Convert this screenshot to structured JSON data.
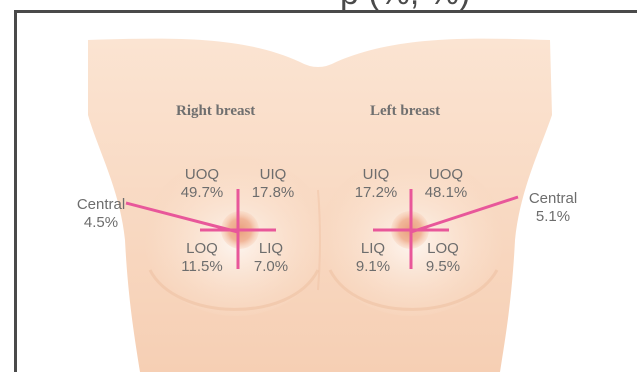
{
  "header": {
    "truncated_title": "p (%, %)"
  },
  "breasts": {
    "right": {
      "title": "Right breast",
      "uoq": {
        "label": "UOQ",
        "value": "49.7%"
      },
      "uiq": {
        "label": "UIQ",
        "value": "17.8%"
      },
      "loq": {
        "label": "LOQ",
        "value": "11.5%"
      },
      "liq": {
        "label": "LIQ",
        "value": "7.0%"
      },
      "central": {
        "label": "Central",
        "value": "4.5%"
      }
    },
    "left": {
      "title": "Left breast",
      "uiq": {
        "label": "UIQ",
        "value": "17.2%"
      },
      "uoq": {
        "label": "UOQ",
        "value": "48.1%"
      },
      "liq": {
        "label": "LIQ",
        "value": "9.1%"
      },
      "loq": {
        "label": "LOQ",
        "value": "9.5%"
      },
      "central": {
        "label": "Central",
        "value": "5.1%"
      }
    }
  },
  "colors": {
    "skin": "#f9ddc9",
    "skin_shadow": "#f0c3a6",
    "areola": "#f2b79a",
    "marker": "#e8579a",
    "frame": "#4a4a4a",
    "label": "#6d6d6d"
  }
}
